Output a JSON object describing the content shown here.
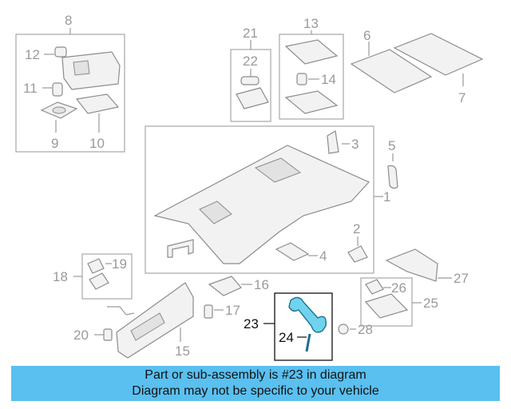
{
  "callouts": {
    "c1": "1",
    "c2": "2",
    "c3": "3",
    "c4": "4",
    "c5": "5",
    "c6": "6",
    "c7": "7",
    "c8": "8",
    "c9": "9",
    "c10": "10",
    "c11": "11",
    "c12": "12",
    "c13": "13",
    "c14": "14",
    "c15": "15",
    "c16": "16",
    "c17": "17",
    "c18": "18",
    "c19": "19",
    "c20": "20",
    "c21": "21",
    "c22": "22",
    "c23": "23",
    "c24": "24",
    "c25": "25",
    "c26": "26",
    "c27": "27",
    "c28": "28"
  },
  "highlight": {
    "part_number": "23",
    "color": "#6fd3ee"
  },
  "banner": {
    "line1": "Part or sub-assembly is #23 in diagram",
    "line2": "Diagram may not be specific to your vehicle",
    "color": "#5ac0f0"
  }
}
